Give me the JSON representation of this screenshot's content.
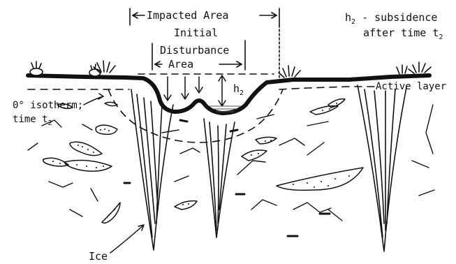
{
  "labels": {
    "impacted_area": "Impacted Area",
    "initial": "Initial",
    "disturbance": "Disturbance",
    "area": "Area",
    "h2_main": "h",
    "h2_sub": "2",
    "subsidence_line1_pre": "h",
    "subsidence_line1_sub": "2",
    "subsidence_line1_post": " - subsidence",
    "subsidence_line2_pre": "after time t",
    "subsidence_line2_sub": "2",
    "active_layer": "Active layer",
    "isotherm_line1": "0° isotherm;",
    "isotherm_line2_pre": "time t",
    "isotherm_line2_sub": "2",
    "ice": "Ice"
  },
  "colors": {
    "ink": "#111111",
    "background": "#ffffff",
    "water": "#555555"
  }
}
